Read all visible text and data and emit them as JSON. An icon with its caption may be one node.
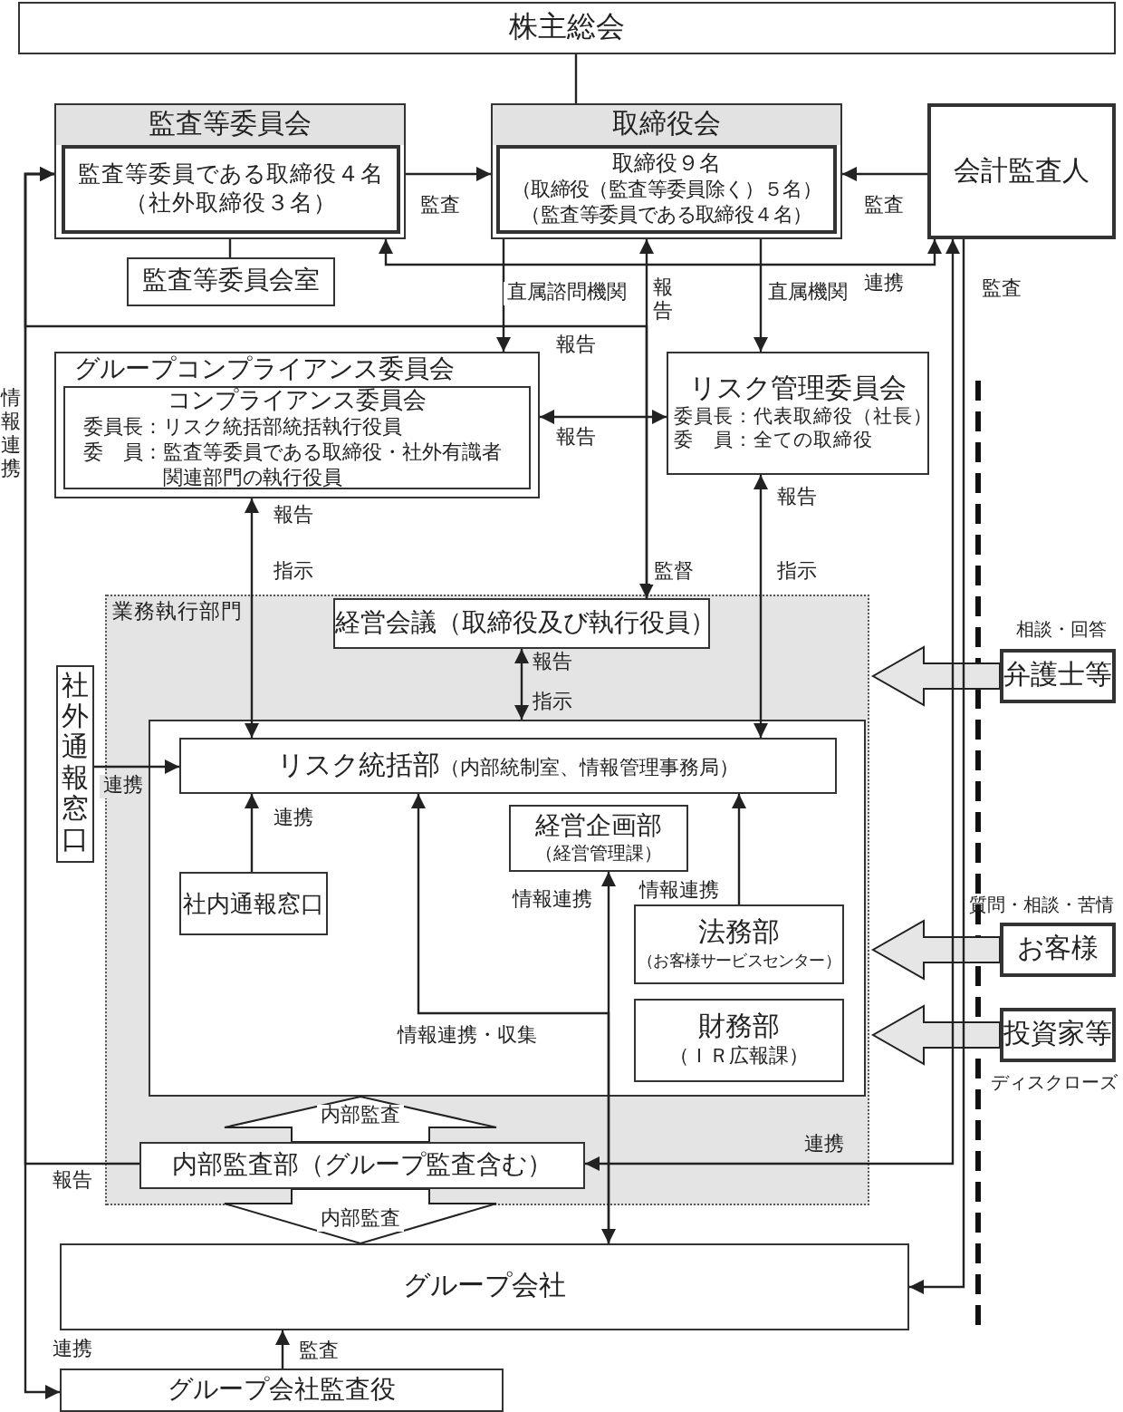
{
  "diagram": {
    "nodes": [
      {
        "text": [
          "株主総会"
        ]
      },
      {
        "text": [
          "監査等委員会"
        ]
      },
      {
        "text": [
          "監査等委員である取締役４名",
          "（社外取締役３名）"
        ],
        "in": 1
      },
      {
        "text": [
          "取締役会"
        ]
      },
      {
        "text": [
          "取締役９名",
          "（取締役（監査等委員除く）５名）",
          "（監査等委員である取締役４名）"
        ],
        "in": 3
      },
      {
        "text": [
          "会計監査人"
        ]
      },
      {
        "text": [
          "監査等委員会室"
        ]
      },
      {
        "text": [
          "グループコンプライアンス委員会"
        ]
      },
      {
        "text": [
          "コンプライアンス委員会",
          "委員長：リスク統括部統括執行役員",
          "委　員：監査等委員である取締役・社外有識者",
          "関連部門の執行役員"
        ],
        "in": 7
      },
      {
        "text": [
          "リスク管理委員会",
          "委員長：代表取締役（社長）",
          "委　員：全ての取締役"
        ]
      },
      {
        "text": [
          "業務執行部門"
        ]
      },
      {
        "text": [
          "経営会議（取締役及び執行役員）"
        ],
        "in": 10
      },
      {
        "text": [],
        "shape": "box",
        "in": 10
      },
      {
        "text": [
          "リスク統括部",
          "（内部統制室、情報管理事務局）"
        ],
        "in": 12
      },
      {
        "text": [
          "社外通報窓口"
        ]
      },
      {
        "text": [
          "社内通報窓口"
        ],
        "in": 12
      },
      {
        "text": [
          "経営企画部",
          "（経営管理課）"
        ],
        "in": 12
      },
      {
        "text": [
          "法務部",
          "（お客様サービスセンター）"
        ],
        "in": 12
      },
      {
        "text": [
          "財務部",
          "（ＩＲ広報課）"
        ],
        "in": 12
      },
      {
        "text": [
          "内部監査部（グループ監査含む）"
        ],
        "in": 10
      },
      {
        "text": [
          "グループ会社"
        ]
      },
      {
        "text": [
          "グループ会社監査役"
        ]
      },
      {
        "text": [
          "弁護士等"
        ],
        "beside": [
          "相談・回答"
        ]
      },
      {
        "text": [
          "お客様"
        ],
        "beside": [
          "質問・相談・苦情"
        ]
      },
      {
        "text": [
          "投資家等"
        ],
        "beside": [
          "ディスクローズ"
        ]
      }
    ],
    "edges": [
      {
        "from": 0,
        "to": 3,
        "arrow": "none"
      },
      {
        "from": 6,
        "to": 1,
        "arrow": "none"
      },
      {
        "from": 1,
        "to": 3,
        "arrow": "to",
        "label": "監査"
      },
      {
        "from": 5,
        "to": 3,
        "arrow": "to",
        "label": "監査"
      },
      {
        "from": 1,
        "to": 5,
        "arrow": "both",
        "label": "連携"
      },
      {
        "from": 3,
        "to": 7,
        "arrow": "to",
        "label": "直属諮問機関"
      },
      {
        "from": 3,
        "to": 9,
        "arrow": "to",
        "label": "直属機関"
      },
      {
        "from": 7,
        "to": 9,
        "arrow": "both",
        "label": "報告"
      },
      {
        "from": 3,
        "to": 11,
        "arrow": "both",
        "label": "監督"
      },
      {
        "from": 11,
        "to": 1,
        "arrow": "to",
        "label": "報告"
      },
      {
        "from": 19,
        "to": 1,
        "arrow": "to",
        "label": "報告"
      },
      {
        "from": 1,
        "to": 21,
        "arrow": "both",
        "label": "情報連携"
      },
      {
        "from": 7,
        "to": 13,
        "arrow": "both",
        "label": "指示"
      },
      {
        "from": 9,
        "to": 13,
        "arrow": "both",
        "label": "指示"
      },
      {
        "from": 11,
        "to": 12,
        "arrow": "both",
        "label": "指示"
      },
      {
        "from": 14,
        "to": 13,
        "arrow": "to",
        "label": "連携"
      },
      {
        "from": 15,
        "to": 13,
        "arrow": "to",
        "label": "連携"
      },
      {
        "from": 20,
        "to": 16,
        "arrow": "both",
        "label": "情報連携"
      },
      {
        "from": 20,
        "to": 13,
        "arrow": "to",
        "label": "情報連携・収集"
      },
      {
        "from": 17,
        "to": 13,
        "arrow": "to",
        "label": "情報連携"
      },
      {
        "from": 22,
        "to": 10,
        "arrow": "to",
        "style": "thick"
      },
      {
        "from": 23,
        "to": 10,
        "arrow": "to",
        "style": "thick"
      },
      {
        "from": 24,
        "to": 10,
        "arrow": "to",
        "style": "thick"
      },
      {
        "from": 5,
        "to": 19,
        "arrow": "both",
        "label": "連携"
      },
      {
        "from": 5,
        "to": 20,
        "arrow": "to",
        "label": "監査"
      },
      {
        "from": 19,
        "to": 12,
        "arrow": "to",
        "label": "内部監査",
        "style": "thick"
      },
      {
        "from": 19,
        "to": 20,
        "arrow": "to",
        "label": "内部監査",
        "style": "thick"
      },
      {
        "from": 21,
        "to": 20,
        "arrow": "to",
        "label": "監査"
      }
    ],
    "labels": [
      "報告",
      "報告",
      "報告",
      "報告",
      "連携"
    ]
  }
}
